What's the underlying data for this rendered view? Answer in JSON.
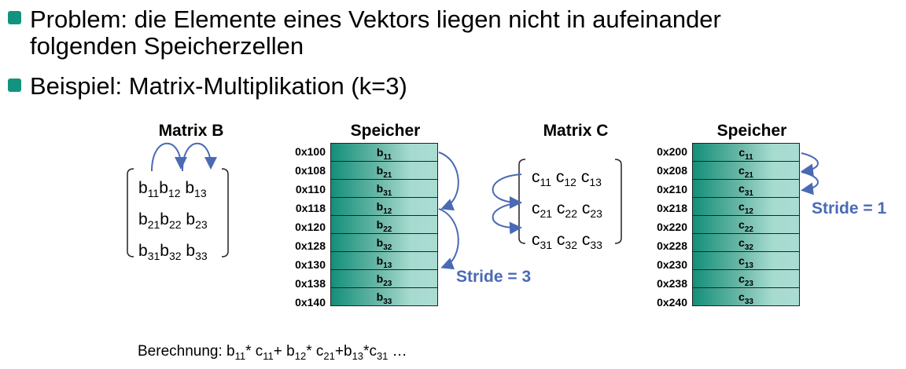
{
  "bullets": [
    {
      "line1": "Problem: die Elemente eines Vektors liegen nicht in aufeinander",
      "line2": "folgenden Speicherzellen"
    },
    {
      "line1": "Beispiel: Matrix-Multiplikation (k=3)"
    }
  ],
  "matrix_b": {
    "title": "Matrix B",
    "rows": [
      [
        "b",
        "11",
        "b",
        "12",
        "b",
        "13"
      ],
      [
        "b",
        "21",
        "b",
        "22",
        "b",
        "23"
      ],
      [
        "b",
        "31",
        "b",
        "32",
        "b",
        "33"
      ]
    ]
  },
  "matrix_c": {
    "title": "Matrix C",
    "rows": [
      [
        "c",
        "11",
        "c",
        "12",
        "c",
        "13"
      ],
      [
        "c",
        "21",
        "c",
        "22",
        "c",
        "23"
      ],
      [
        "c",
        "31",
        "c",
        "32",
        "c",
        "33"
      ]
    ]
  },
  "memory_b": {
    "title": "Speicher",
    "stride": "Stride = 3",
    "cells": [
      {
        "addr": "0x100",
        "v": "b",
        "s": "11"
      },
      {
        "addr": "0x108",
        "v": "b",
        "s": "21"
      },
      {
        "addr": "0x110",
        "v": "b",
        "s": "31"
      },
      {
        "addr": "0x118",
        "v": "b",
        "s": "12"
      },
      {
        "addr": "0x120",
        "v": "b",
        "s": "22"
      },
      {
        "addr": "0x128",
        "v": "b",
        "s": "32"
      },
      {
        "addr": "0x130",
        "v": "b",
        "s": "13"
      },
      {
        "addr": "0x138",
        "v": "b",
        "s": "23"
      },
      {
        "addr": "0x140",
        "v": "b",
        "s": "33"
      }
    ]
  },
  "memory_c": {
    "title": "Speicher",
    "stride": "Stride = 1",
    "cells": [
      {
        "addr": "0x200",
        "v": "c",
        "s": "11"
      },
      {
        "addr": "0x208",
        "v": "c",
        "s": "21"
      },
      {
        "addr": "0x210",
        "v": "c",
        "s": "31"
      },
      {
        "addr": "0x218",
        "v": "c",
        "s": "12"
      },
      {
        "addr": "0x220",
        "v": "c",
        "s": "22"
      },
      {
        "addr": "0x228",
        "v": "c",
        "s": "32"
      },
      {
        "addr": "0x230",
        "v": "c",
        "s": "13"
      },
      {
        "addr": "0x238",
        "v": "c",
        "s": "23"
      },
      {
        "addr": "0x240",
        "v": "c",
        "s": "33"
      }
    ]
  },
  "calc": {
    "label": "Berechnung: ",
    "parts": [
      [
        "b",
        "11",
        "* "
      ],
      [
        "c",
        "11",
        "+ "
      ],
      [
        "b",
        "12",
        "* "
      ],
      [
        "c",
        "21",
        "+"
      ],
      [
        "b",
        "13",
        "*"
      ],
      [
        "c",
        "31",
        " …"
      ]
    ]
  },
  "colors": {
    "accent": "#12937f",
    "arrow": "#4a6ab5"
  }
}
